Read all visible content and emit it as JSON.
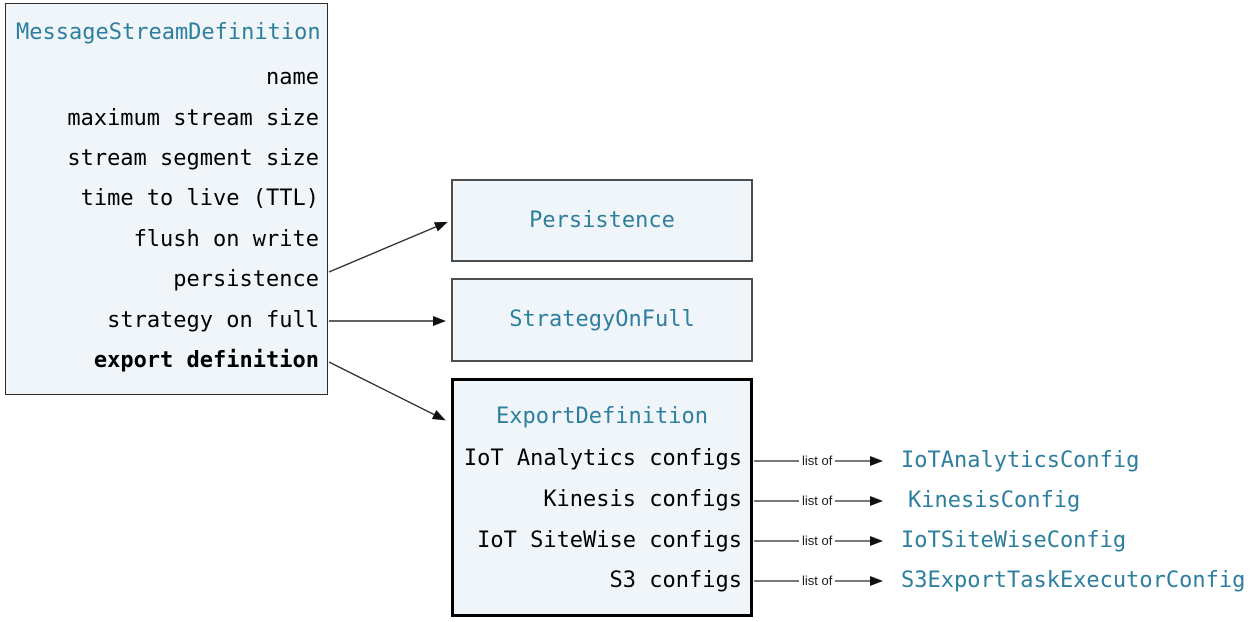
{
  "diagram": {
    "main_box": {
      "title": "MessageStreamDefinition",
      "fields": [
        "name",
        "maximum stream size",
        "stream segment size",
        "time to live (TTL)",
        "flush on write",
        "persistence",
        "strategy on full",
        "export definition"
      ],
      "emphasized_field": "export definition"
    },
    "persistence_box": {
      "title": "Persistence"
    },
    "strategy_on_full_box": {
      "title": "StrategyOnFull"
    },
    "export_definition_box": {
      "title": "ExportDefinition",
      "fields": [
        "IoT Analytics configs",
        "Kinesis configs",
        "IoT SiteWise configs",
        "S3 configs"
      ]
    },
    "list_of_label": "list of",
    "config_types": [
      "IoTAnalyticsConfig",
      "KinesisConfig",
      "IoTSiteWiseConfig",
      "S3ExportTaskExecutorConfig"
    ],
    "connections": [
      {
        "from": "persistence",
        "to": "Persistence",
        "label": ""
      },
      {
        "from": "strategy on full",
        "to": "StrategyOnFull",
        "label": ""
      },
      {
        "from": "export definition",
        "to": "ExportDefinition",
        "label": ""
      },
      {
        "from": "IoT Analytics configs",
        "to": "IoTAnalyticsConfig",
        "label": "list of"
      },
      {
        "from": "Kinesis configs",
        "to": "KinesisConfig",
        "label": "list of"
      },
      {
        "from": "IoT SiteWise configs",
        "to": "IoTSiteWiseConfig",
        "label": "list of"
      },
      {
        "from": "S3 configs",
        "to": "S3ExportTaskExecutorConfig",
        "label": "list of"
      }
    ],
    "colors": {
      "accent_teal": "#2E7F9F",
      "box_fill": "#F0F5FA",
      "box_border": "#4D4D4D",
      "emphasis_border": "#000000",
      "text": "#000000",
      "background": "#FFFFFF"
    }
  }
}
